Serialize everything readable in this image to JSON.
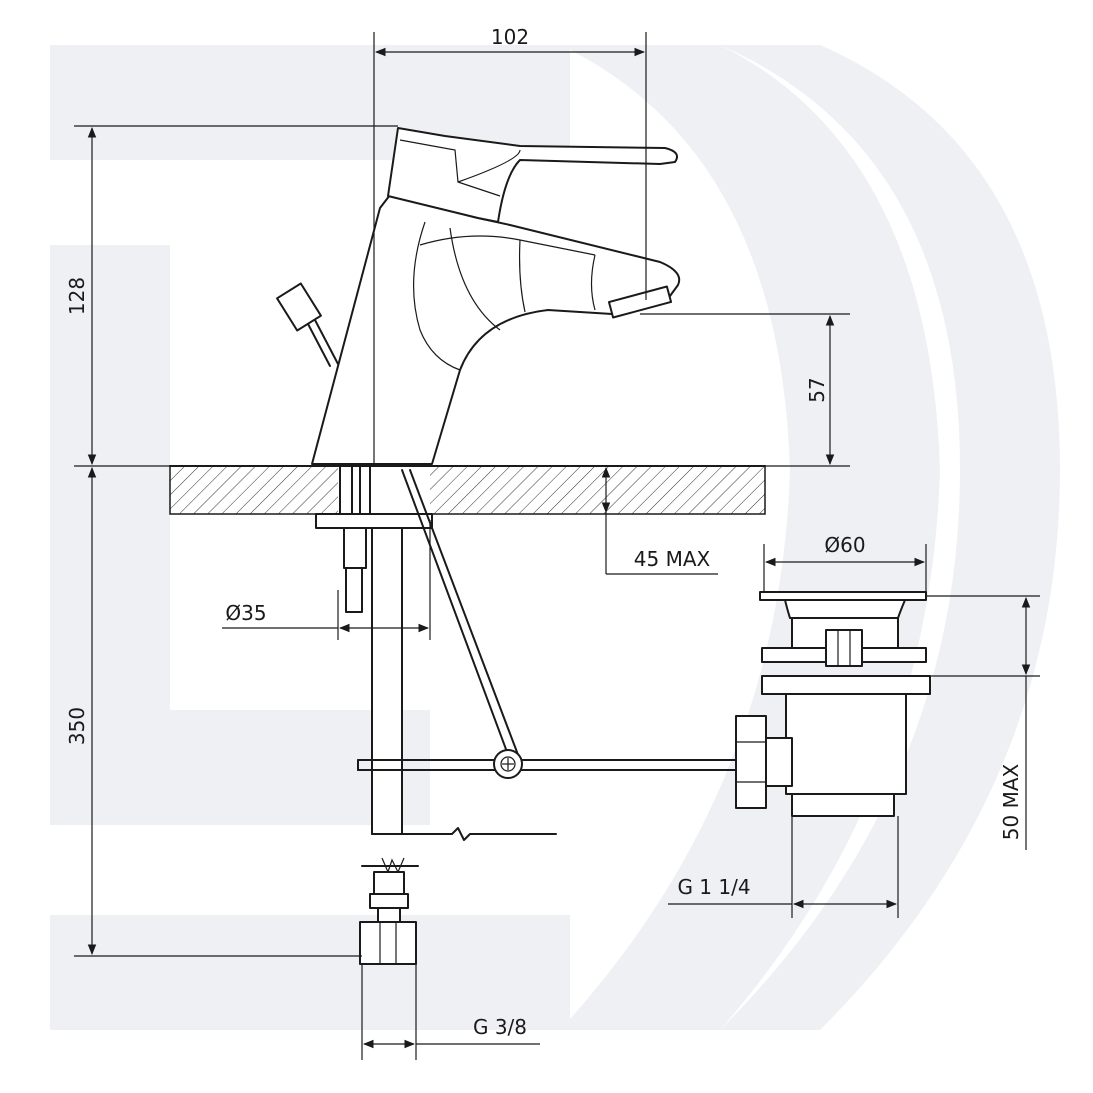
{
  "dimensions": {
    "spout_reach": "102",
    "total_height": "128",
    "spout_height": "57",
    "worktop_thickness": "45 MAX",
    "hole_diameter": "Ø35",
    "waste_diameter": "Ø60",
    "supply_length": "350",
    "waste_height": "50 MAX",
    "waste_thread": "G 1 1/4",
    "supply_thread": "G 3/8"
  },
  "colors": {
    "line": "#1a1a1a",
    "watermark": "#eef0f4",
    "background": "#ffffff"
  }
}
